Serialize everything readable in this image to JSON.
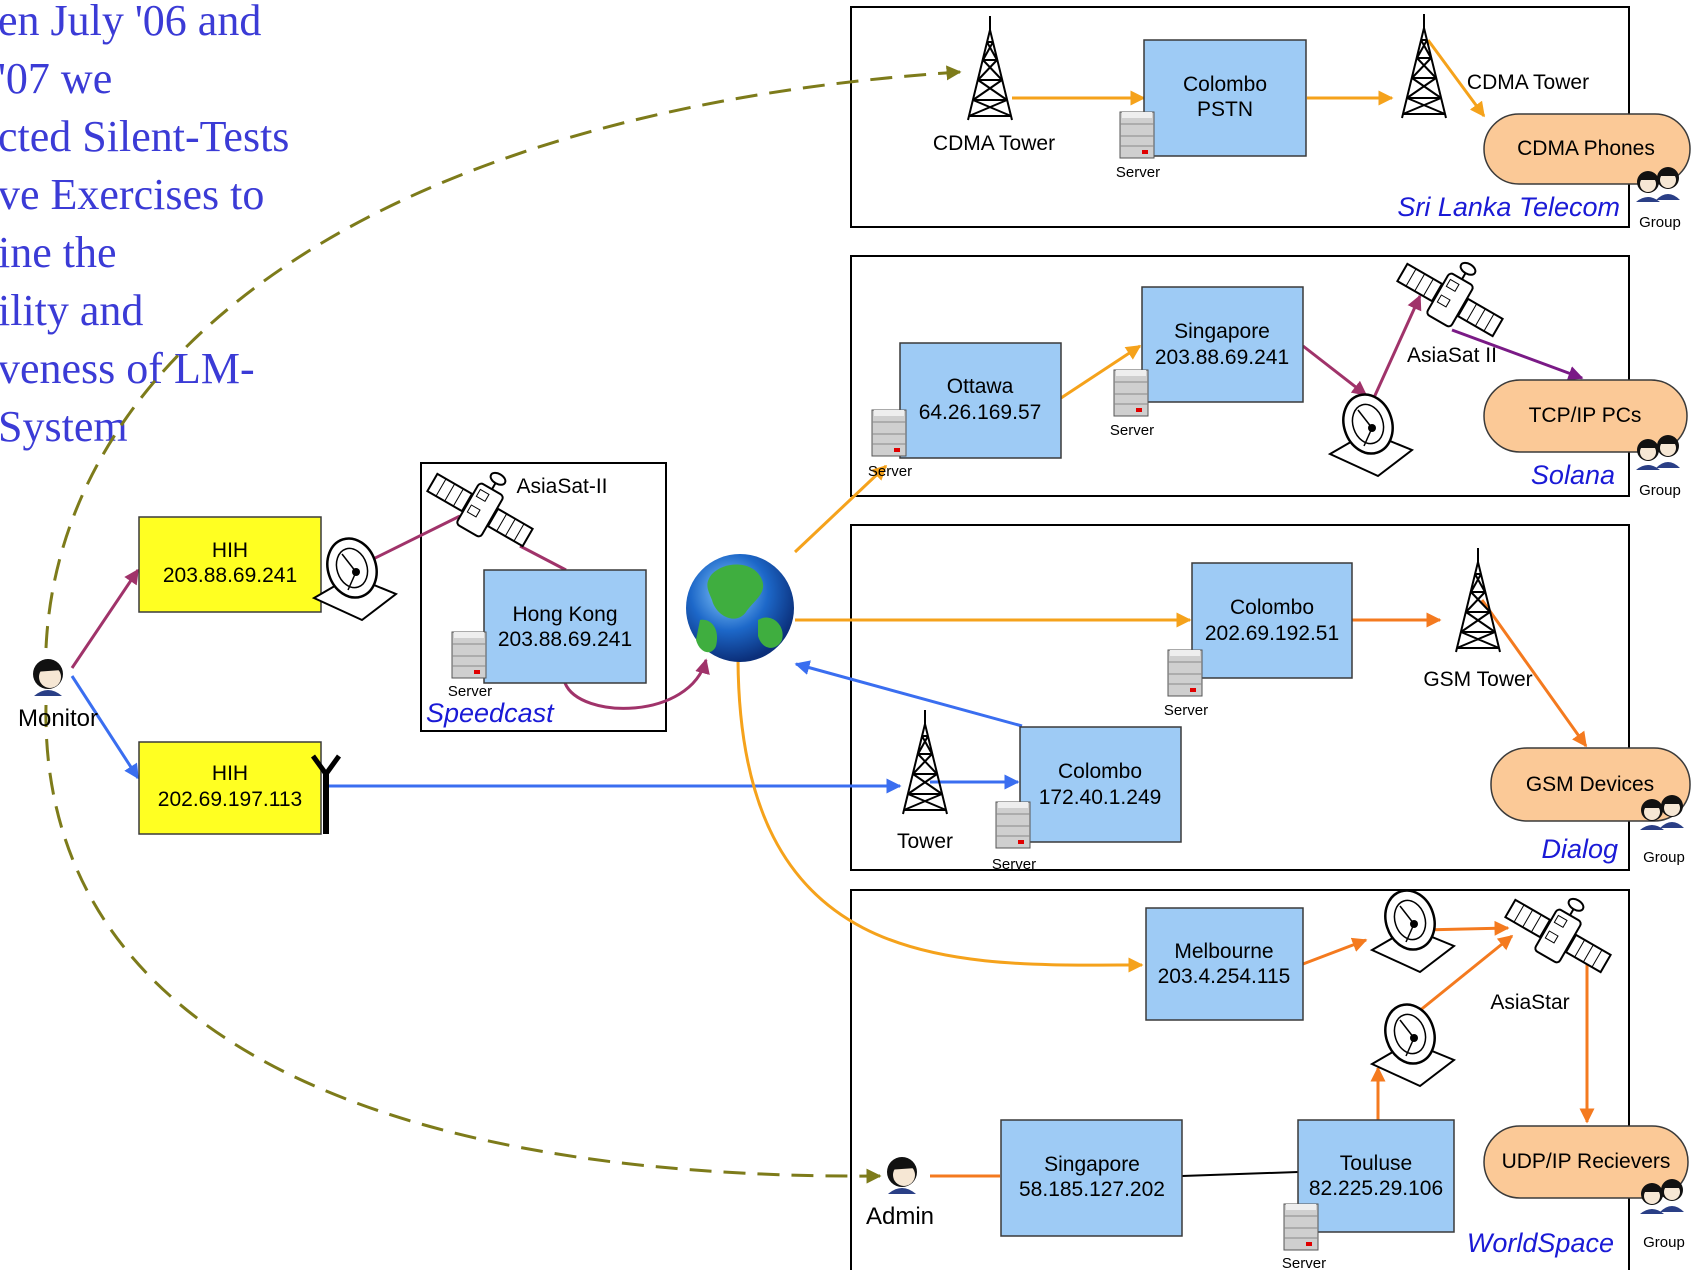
{
  "intro_text": [
    "en July '06 and",
    "'07 we",
    "cted Silent-Tests",
    "ve Exercises to",
    "ine the",
    "ility and",
    "veness of LM-",
    "System"
  ],
  "colors": {
    "orange": "#f5a21b",
    "deep_orange": "#f47a1f",
    "purple_link": "#a0336a",
    "violet_link": "#7a1a86",
    "blue_link": "#3a6ef0",
    "olive_dashed": "#7d7b1a",
    "box_blue": "#9ecbf5",
    "hih_yellow": "#ffff22",
    "pill_peach": "#fbc997",
    "network_label": "#1a1ad6"
  },
  "networks": {
    "sri_lanka": {
      "name": "Sri Lanka Telecom",
      "box": {
        "line1": "Colombo",
        "line2": "PSTN",
        "server": "Server"
      },
      "tower_left": "CDMA Tower",
      "tower_right": "CDMA Tower",
      "endpoint": "CDMA Phones",
      "group": "Group"
    },
    "solana": {
      "name": "Solana",
      "ottawa": {
        "line1": "Ottawa",
        "line2": "64.26.169.57",
        "server": "Server"
      },
      "singapore": {
        "line1": "Singapore",
        "line2": "203.88.69.241",
        "server": "Server"
      },
      "satellite": "AsiaSat II",
      "endpoint": "TCP/IP PCs",
      "group": "Group"
    },
    "dialog": {
      "name": "Dialog",
      "colombo_gsm": {
        "line1": "Colombo",
        "line2": "202.69.192.51",
        "server": "Server"
      },
      "colombo_tower": {
        "line1": "Colombo",
        "line2": "172.40.1.249",
        "server": "Server"
      },
      "gsm_tower": "GSM Tower",
      "tower": "Tower",
      "endpoint": "GSM Devices",
      "group": "Group"
    },
    "worldspace": {
      "name": "WorldSpace",
      "melbourne": {
        "line1": "Melbourne",
        "line2": "203.4.254.115"
      },
      "singapore": {
        "line1": "Singapore",
        "line2": "58.185.127.202"
      },
      "touluse": {
        "line1": "Touluse",
        "line2": "82.225.29.106",
        "server": "Server"
      },
      "satellite": "AsiaStar",
      "admin": "Admin",
      "endpoint": "UDP/IP Recievers",
      "group": "Group"
    },
    "speedcast": {
      "name": "Speedcast",
      "satellite": "AsiaSat-II",
      "hongkong": {
        "line1": "Hong Kong",
        "line2": "203.88.69.241",
        "server": "Server"
      }
    }
  },
  "hih_top": {
    "line1": "HIH",
    "line2": "203.88.69.241"
  },
  "hih_bottom": {
    "line1": "HIH",
    "line2": "202.69.197.113"
  },
  "monitor": "Monitor"
}
